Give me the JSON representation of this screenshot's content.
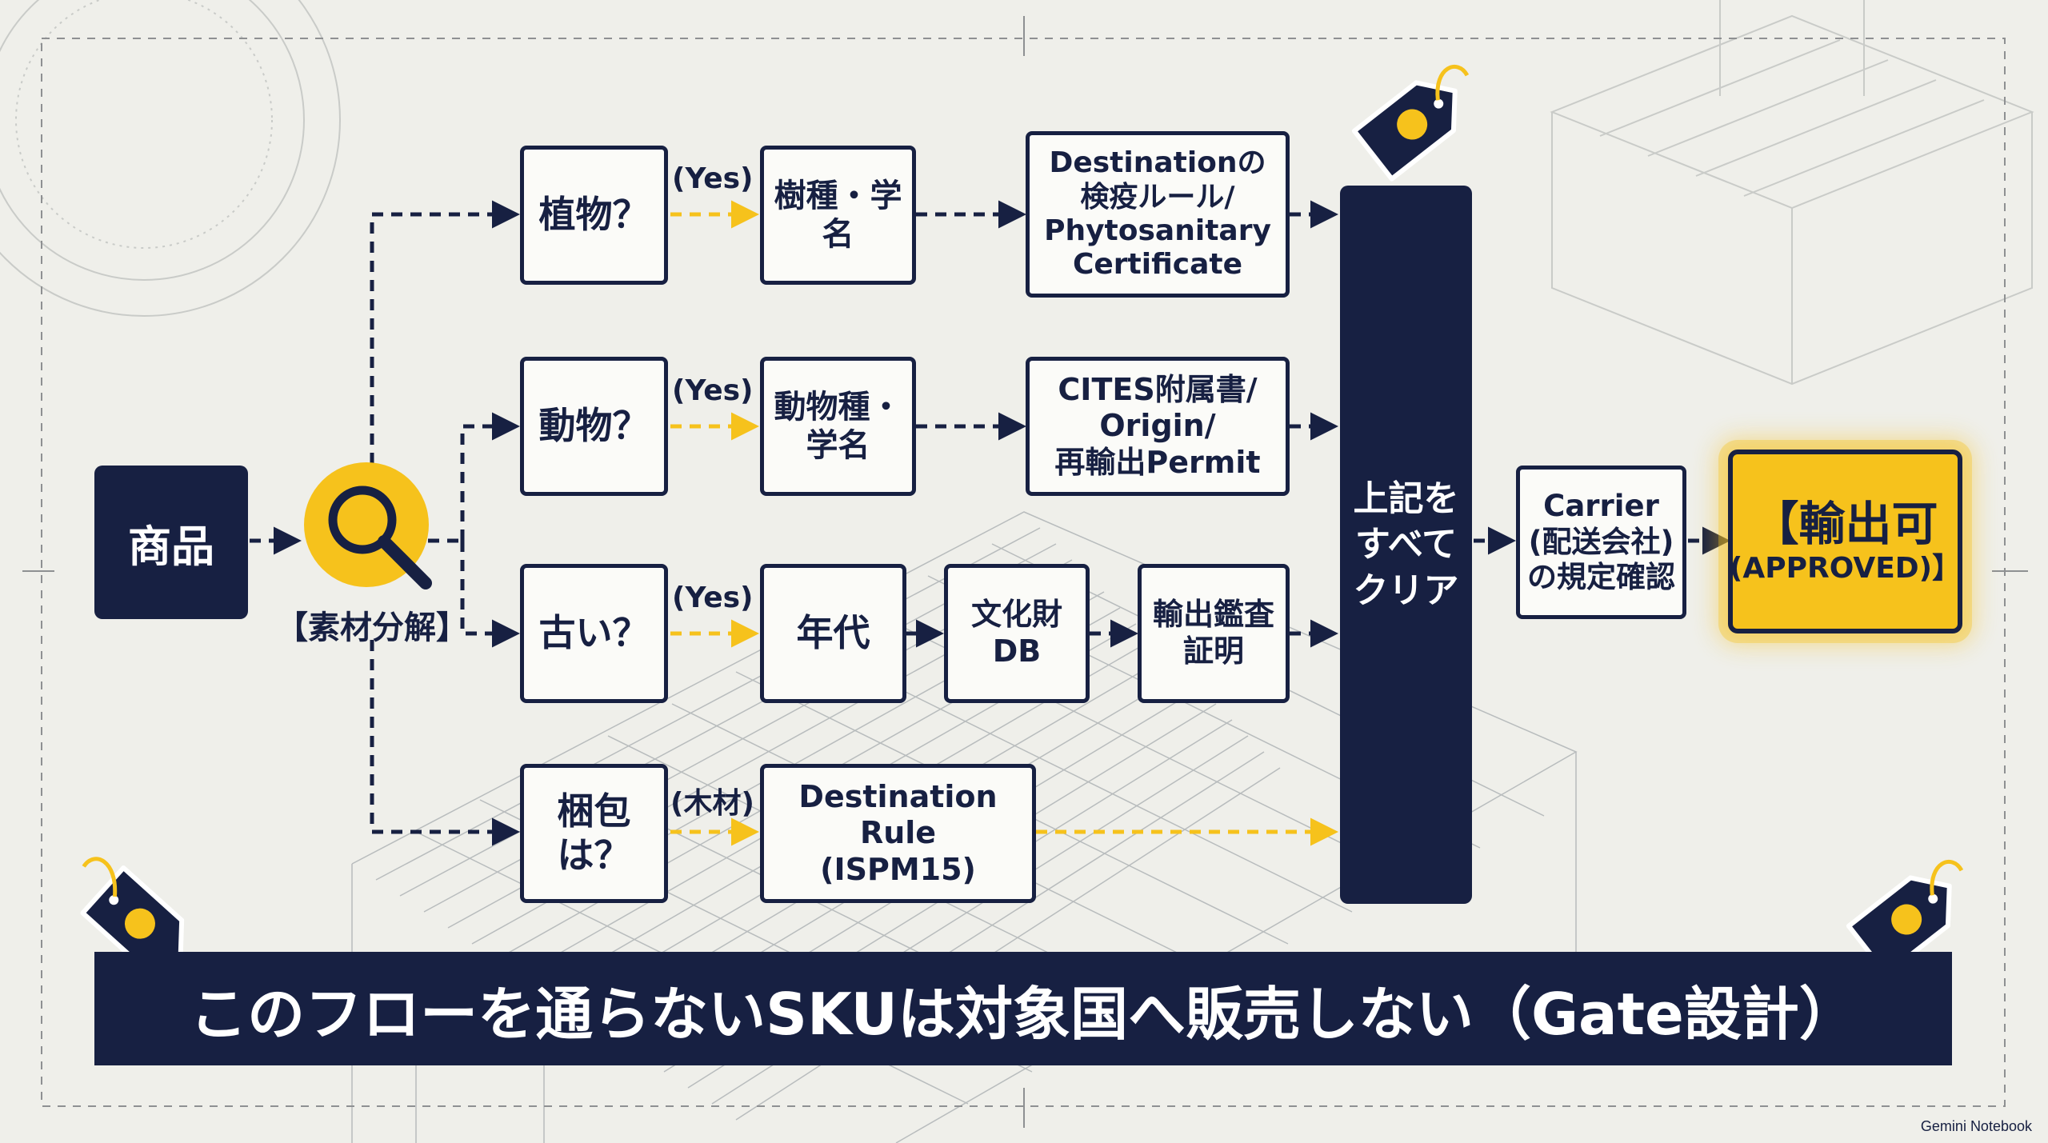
{
  "nodes": {
    "product": "商品",
    "material_breakdown": "【素材分解】",
    "plant_q": "植物？",
    "animal_q": "動物？",
    "old_q": "古い？",
    "packaging_q": "梱包は？",
    "plant_species": "樹種・学名",
    "animal_species": "動物種・\n学名",
    "era": "年代",
    "plant_rule": "Destinationの\n検疫ルール/\nPhytosanitary\nCertificate",
    "animal_rule": "CITES附属書/\nOrigin/\n再輸出Permit",
    "cultural_db": "文化財DB",
    "export_cert": "輸出鑑査\n証明",
    "packaging_rule": "Destination Rule\n(ISPM15)",
    "clear_all": "上記を\nすべて\nクリア",
    "carrier": "Carrier\n(配送会社)\nの規定確認",
    "approved_main": "【輸出可",
    "approved_sub": "(APPROVED)】"
  },
  "edge_labels": {
    "yes_plant": "(Yes)",
    "yes_animal": "(Yes)",
    "yes_old": "(Yes)",
    "wood": "(木材)"
  },
  "banner": "このフローを通らないSKUは対象国へ販売しない（Gate設計）",
  "watermark": "Gemini Notebook",
  "colors": {
    "navy": "#172042",
    "accent": "#f6c21c",
    "background": "#efefea"
  }
}
